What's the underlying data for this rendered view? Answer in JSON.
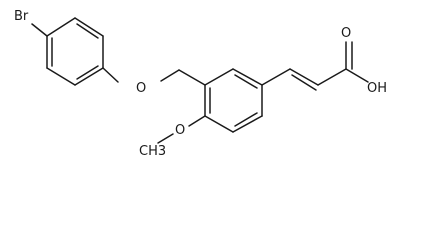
{
  "molecule": {
    "atom_labels": {
      "bromine": "Br",
      "ether_oxygen": "O",
      "methoxy_oxygen": "O",
      "methyl": "CH3",
      "carbonyl_oxygen": "O",
      "hydroxyl": "OH"
    }
  }
}
